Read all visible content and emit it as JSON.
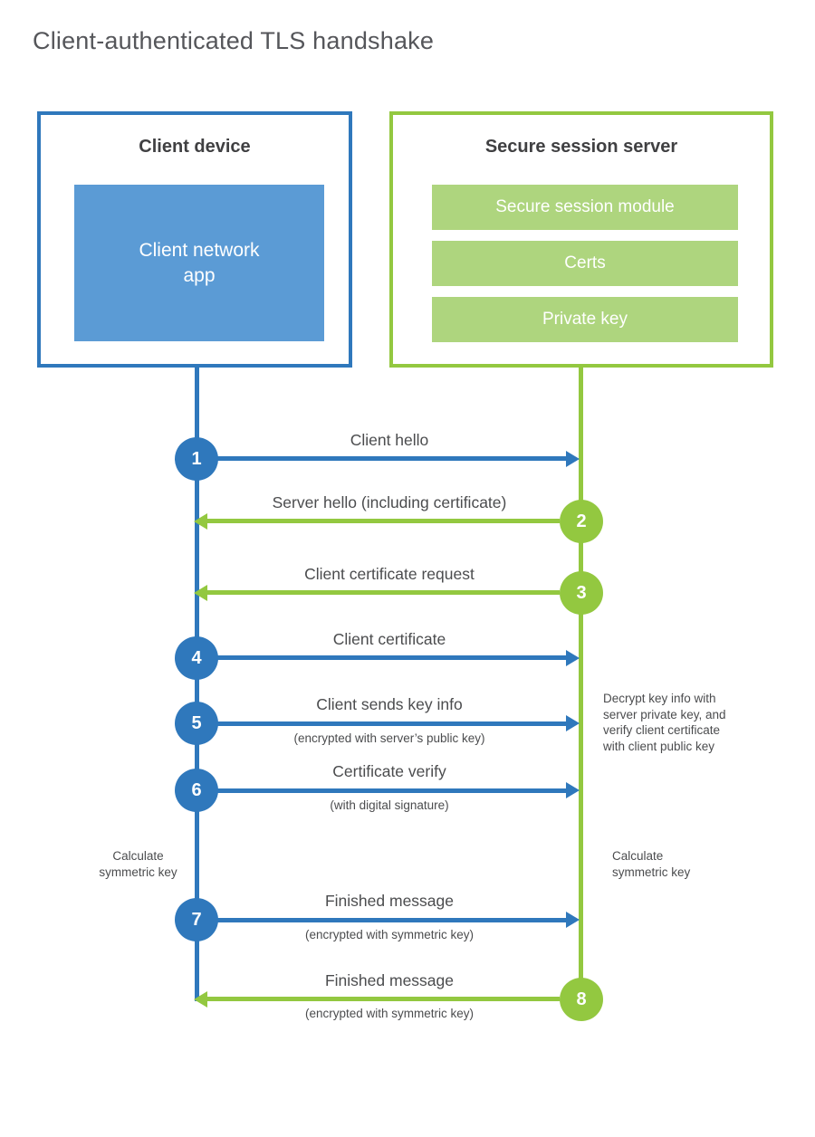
{
  "title": "Client-authenticated TLS handshake",
  "colors": {
    "client_blue": "#2f78bc",
    "client_blue_light": "#5b9bd5",
    "server_green": "#93c840",
    "server_green_light": "#aed57e",
    "heading_text": "#404042",
    "label_text": "#4b4c4e",
    "title_text": "#55565a"
  },
  "client_box": {
    "title": "Client device",
    "app_label": "Client network\napp"
  },
  "server_box": {
    "title": "Secure session server",
    "modules": [
      "Secure session module",
      "Certs",
      "Private key"
    ]
  },
  "messages": [
    {
      "step": "1",
      "from": "client",
      "to": "server",
      "label": "Client hello"
    },
    {
      "step": "2",
      "from": "server",
      "to": "client",
      "label": "Server hello (including certificate)"
    },
    {
      "step": "3",
      "from": "server",
      "to": "client",
      "label": "Client certificate request"
    },
    {
      "step": "4",
      "from": "client",
      "to": "server",
      "label": "Client certificate"
    },
    {
      "step": "5",
      "from": "client",
      "to": "server",
      "label": "Client sends key info",
      "sublabel": "(encrypted with server’s public key)"
    },
    {
      "step": "6",
      "from": "client",
      "to": "server",
      "label": "Certificate verify",
      "sublabel": "(with digital signature)"
    },
    {
      "step": "7",
      "from": "client",
      "to": "server",
      "label": "Finished message",
      "sublabel": "(encrypted with symmetric key)"
    },
    {
      "step": "8",
      "from": "server",
      "to": "client",
      "label": "Finished message",
      "sublabel": "(encrypted with symmetric key)"
    }
  ],
  "annotations": {
    "decrypt_note": "Decrypt key info with\nserver private key, and\nverify client certificate\nwith client public key",
    "calc_left": "Calculate\nsymmetric key",
    "calc_right": "Calculate\nsymmetric key"
  }
}
